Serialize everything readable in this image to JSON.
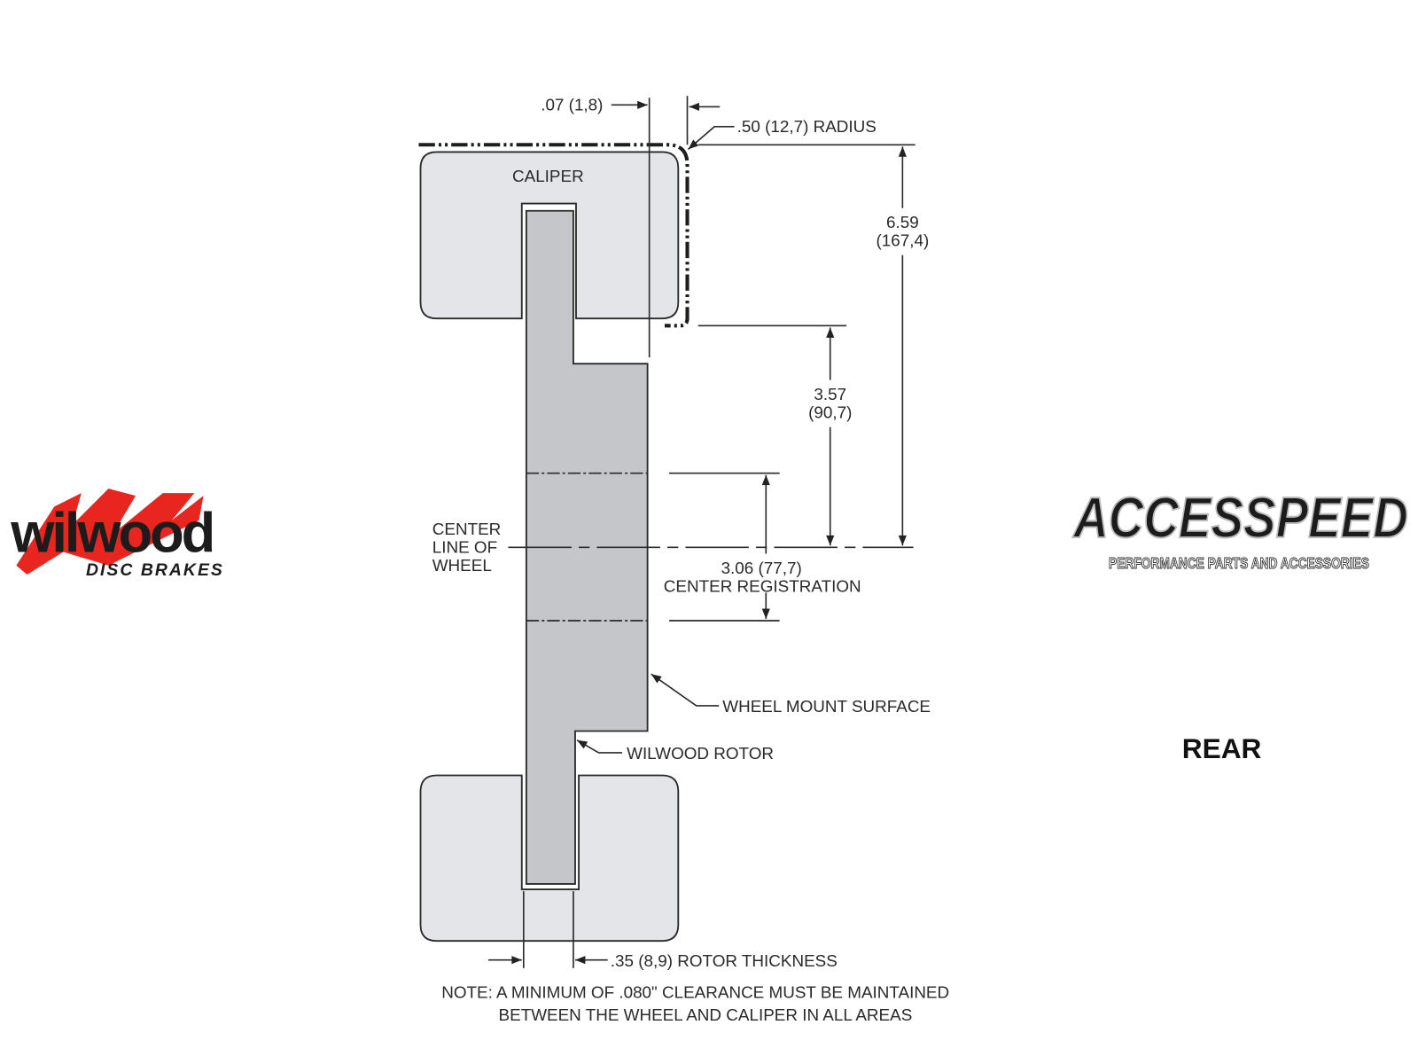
{
  "logos": {
    "left": {
      "name": "wilwood",
      "text": "wilwood",
      "tagline": "DISC BRAKES"
    },
    "right": {
      "name": "ACCESSPEED",
      "tagline": "PERFORMANCE PARTS AND ACCESSORIES"
    }
  },
  "diagram": {
    "caliper_label": "CALIPER",
    "dim_offset": ".07 (1,8)",
    "dim_radius": ".50 (12,7) RADIUS",
    "dim_height_in": "6.59",
    "dim_height_mm": "(167,4)",
    "dim_center_in": "3.57",
    "dim_center_mm": "(90,7)",
    "center_line": [
      "CENTER",
      "LINE OF",
      "WHEEL"
    ],
    "dim_registration": "3.06 (77,7)",
    "registration_label": "CENTER REGISTRATION",
    "wheel_mount_label": "WHEEL MOUNT SURFACE",
    "rotor_label": "WILWOOD ROTOR",
    "rotor_thickness": ".35 (8,9) ROTOR THICKNESS",
    "note": [
      "NOTE: A MINIMUM OF .080\" CLEARANCE MUST BE MAINTAINED",
      "BETWEEN THE WHEEL AND CALIPER IN ALL AREAS"
    ],
    "position": "REAR"
  },
  "colors": {
    "caliper": "#e3e5e8",
    "rotor": "#c4c6c9",
    "wilwood_red": "#e8261f"
  }
}
